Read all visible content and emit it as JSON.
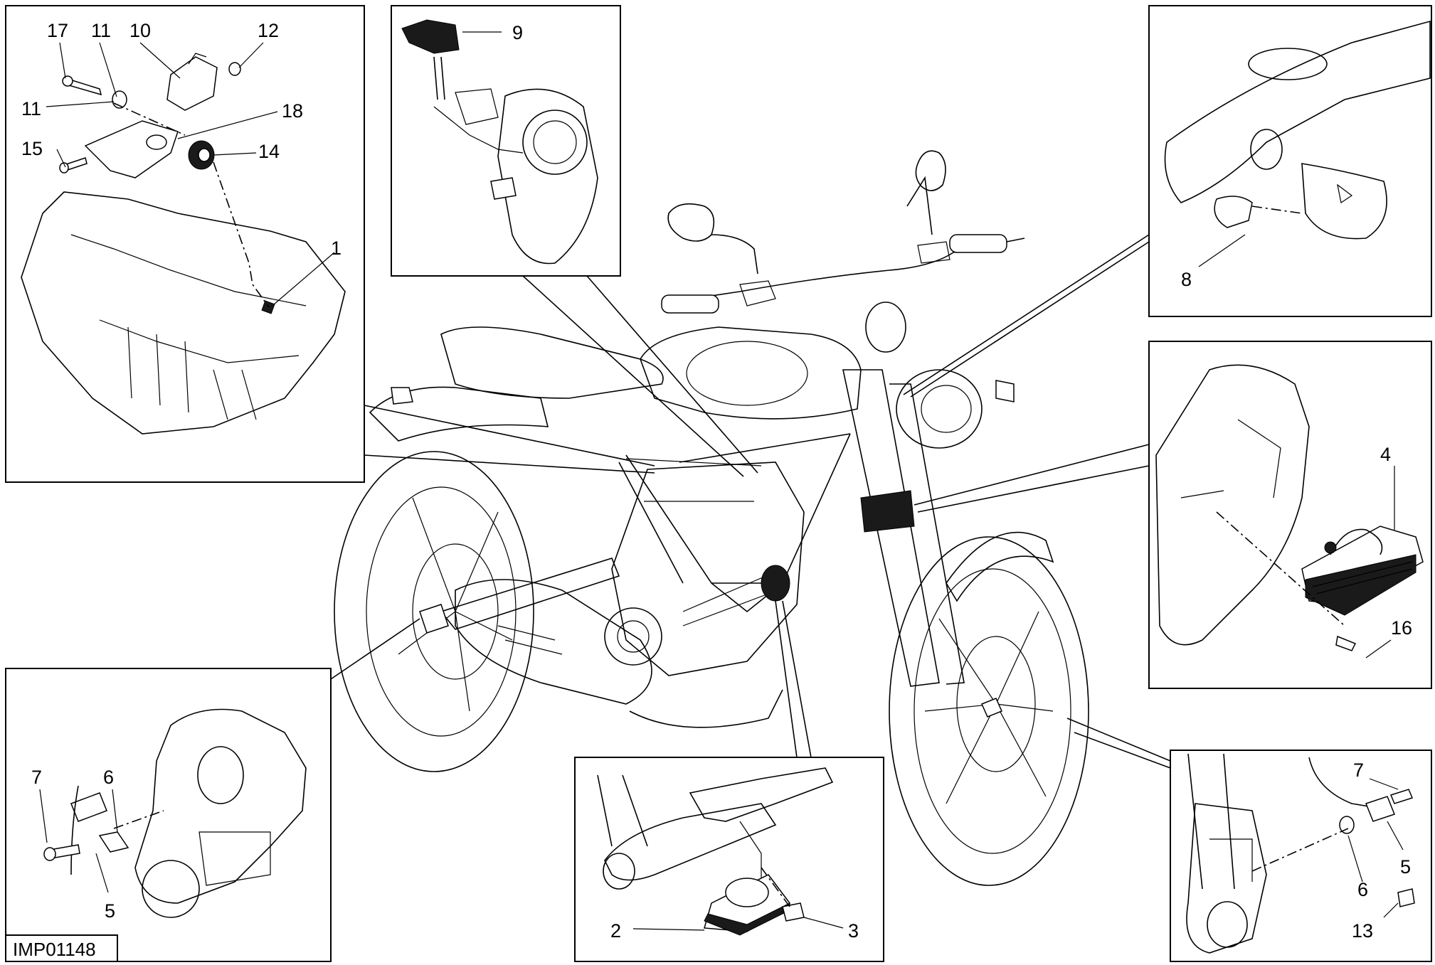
{
  "drawing_code": "IMP01148",
  "callouts": {
    "n1": "1",
    "n2": "2",
    "n3": "3",
    "n4": "4",
    "n5a": "5",
    "n5b": "5",
    "n6a": "6",
    "n6b": "6",
    "n7a": "7",
    "n7b": "7",
    "n8": "8",
    "n9": "9",
    "n10": "10",
    "n11a": "11",
    "n11b": "11",
    "n12": "12",
    "n13": "13",
    "n14": "14",
    "n15": "15",
    "n16": "16",
    "n17": "17",
    "n18": "18"
  },
  "colors": {
    "ink": "#000000",
    "paper": "#ffffff",
    "fill_dark": "#1a1a1a"
  }
}
